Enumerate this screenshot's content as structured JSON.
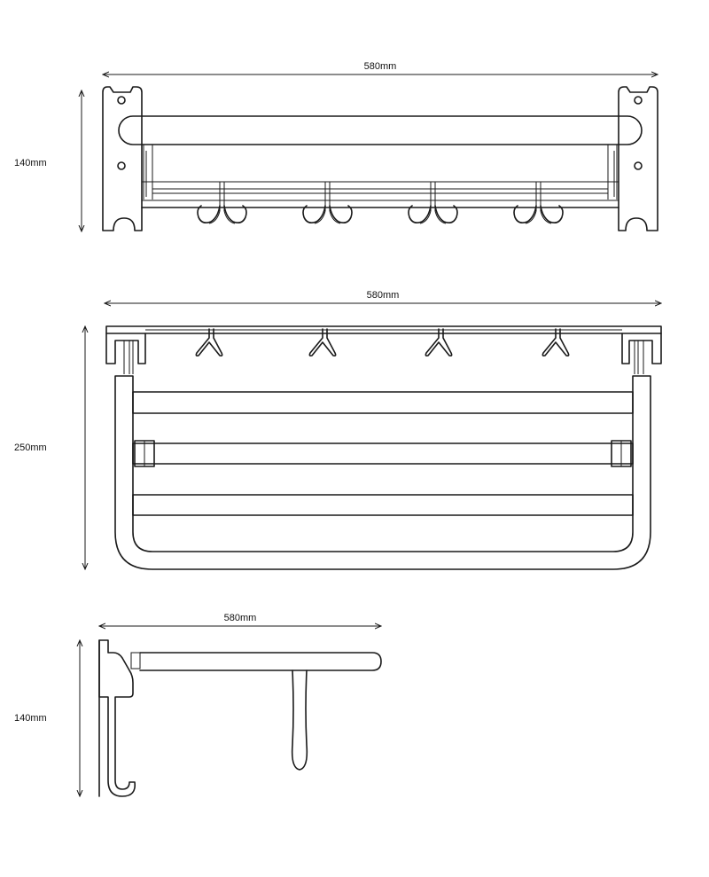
{
  "views": {
    "front": {
      "width_label": "580mm",
      "height_label": "140mm"
    },
    "top": {
      "width_label": "580mm",
      "depth_label": "250mm"
    },
    "side": {
      "width_label": "580mm",
      "height_label": "140mm"
    }
  }
}
